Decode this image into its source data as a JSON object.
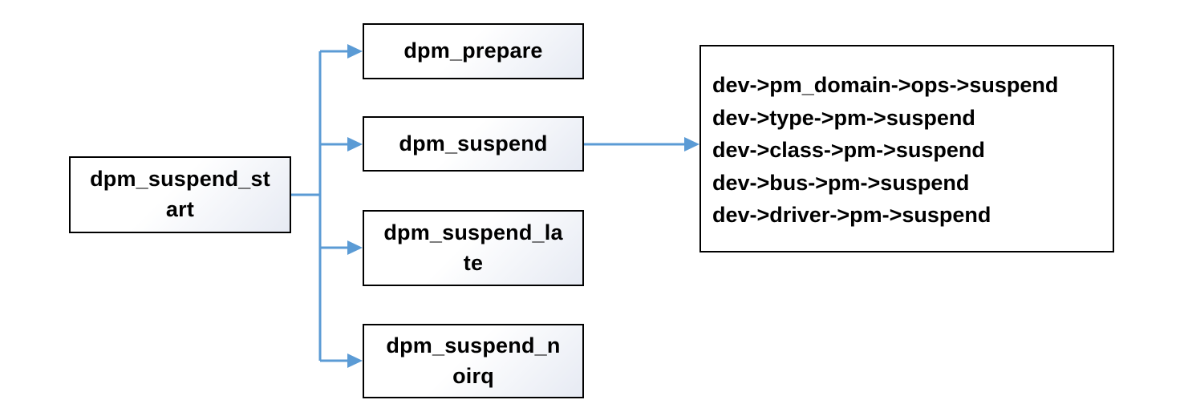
{
  "nodes": {
    "start": "dpm_suspend_start",
    "prepare": "dpm_prepare",
    "suspend": "dpm_suspend",
    "late": "dpm_suspend_late",
    "noirq": "dpm_suspend_noirq"
  },
  "start_lines": [
    "dpm_suspend_st",
    "art"
  ],
  "late_lines": [
    "dpm_suspend_la",
    "te"
  ],
  "noirq_lines": [
    "dpm_suspend_n",
    "oirq"
  ],
  "suspend_callbacks": [
    "dev->pm_domain->ops->suspend",
    "dev->type->pm->suspend",
    "dev->class->pm->suspend",
    "dev->bus->pm->suspend",
    "dev->driver->pm->suspend"
  ],
  "edges": [
    {
      "from": "dpm_suspend_start",
      "to": "dpm_prepare"
    },
    {
      "from": "dpm_suspend_start",
      "to": "dpm_suspend"
    },
    {
      "from": "dpm_suspend_start",
      "to": "dpm_suspend_late"
    },
    {
      "from": "dpm_suspend_start",
      "to": "dpm_suspend_noirq"
    },
    {
      "from": "dpm_suspend",
      "to": "suspend_callbacks"
    }
  ],
  "colors": {
    "connector": "#5b9bd5",
    "box_border": "#000000",
    "box_gradient_end": "#e6eaf3"
  }
}
